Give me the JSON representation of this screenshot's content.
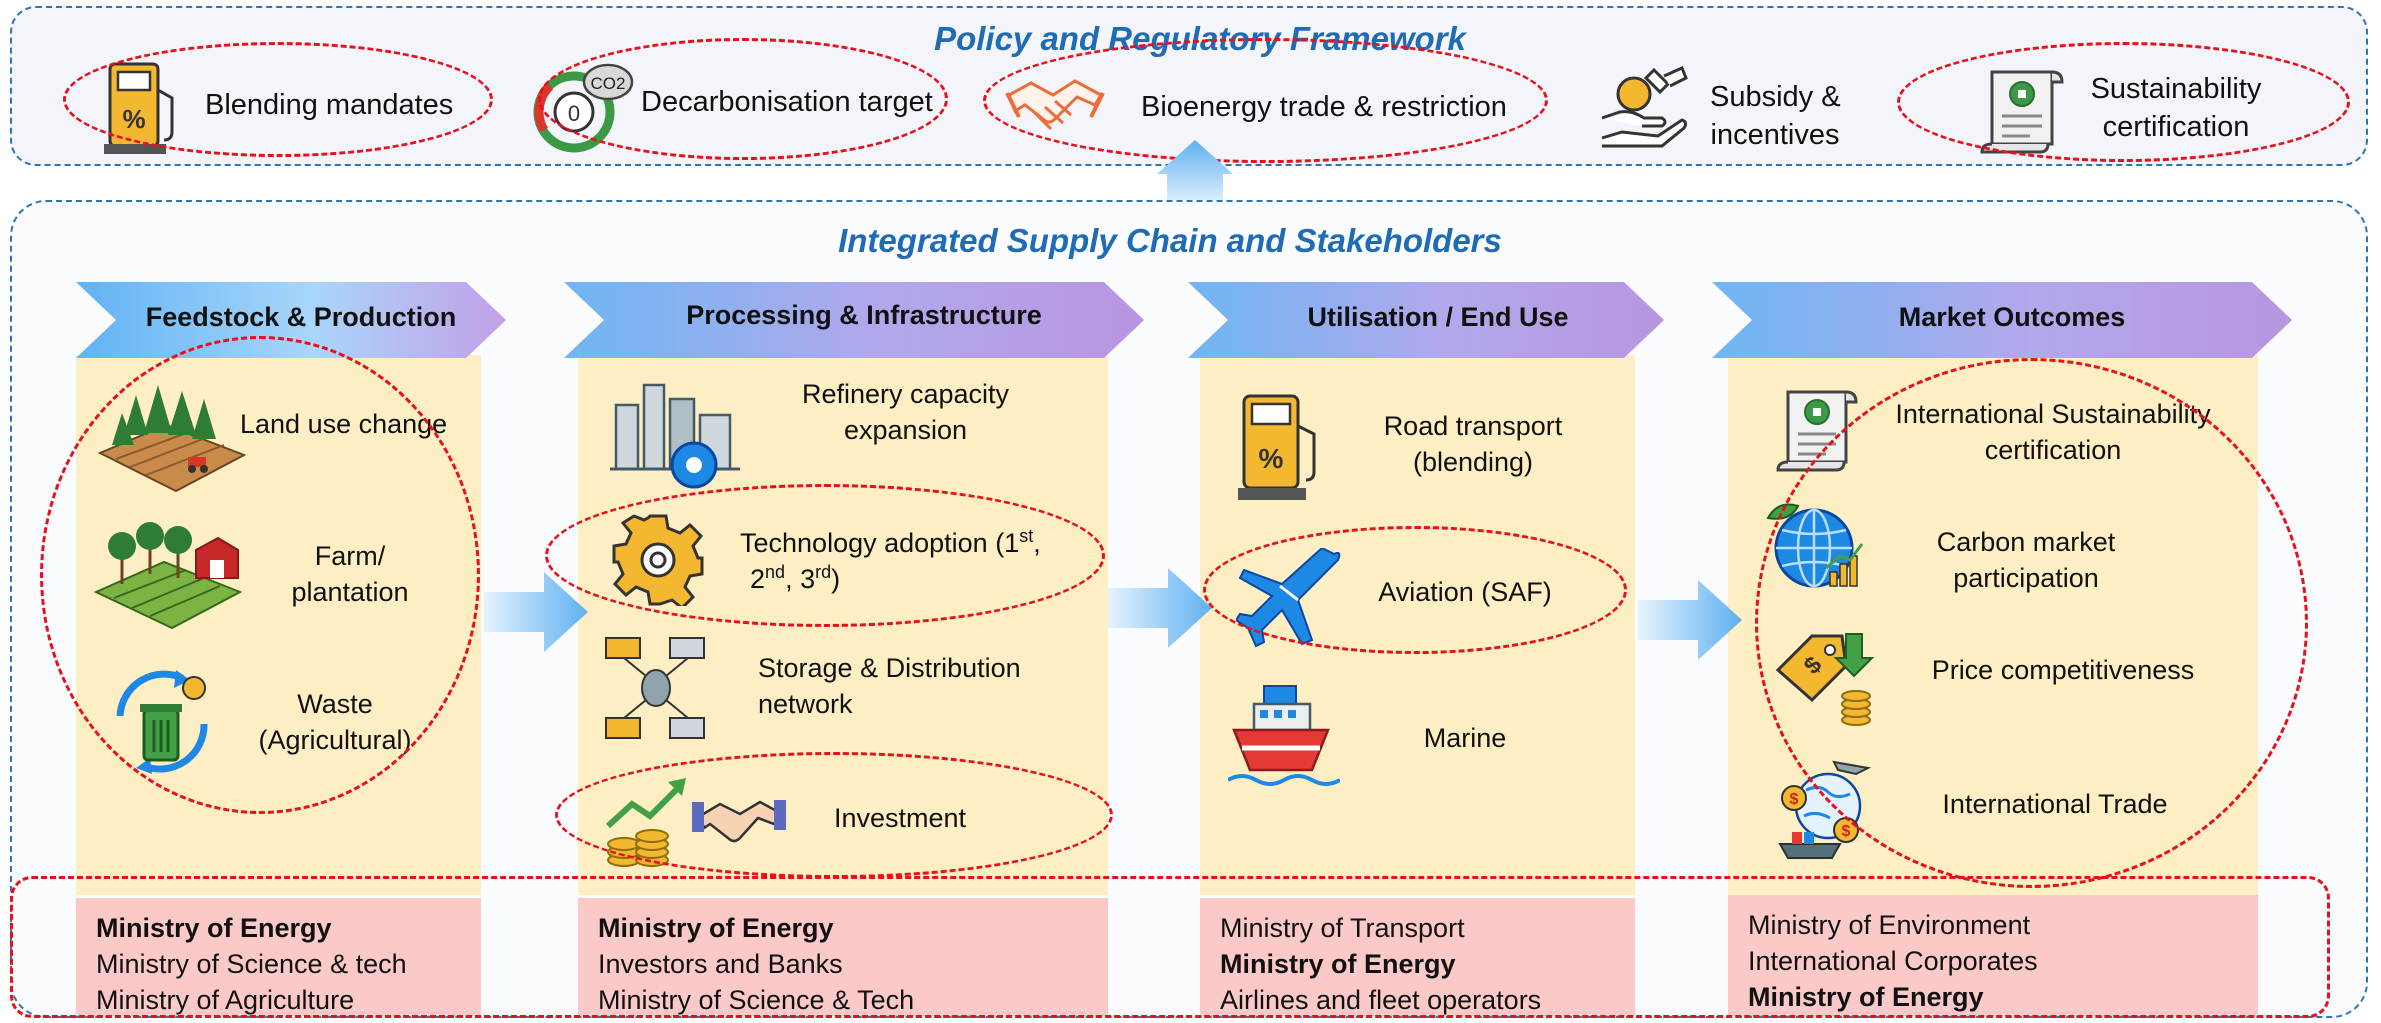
{
  "policy": {
    "title": "Policy and Regulatory Framework",
    "items": [
      {
        "label": "Blending mandates",
        "icon": "fuel-pump-icon"
      },
      {
        "label": "Decarbonisation target",
        "icon": "co2-target-icon",
        "badge": "CO2"
      },
      {
        "label": "Bioenergy trade & restriction",
        "icon": "handshake-icon"
      },
      {
        "label_l1": "Subsidy &",
        "label_l2": "incentives",
        "icon": "coin-hand-icon"
      },
      {
        "label_l1": "Sustainability",
        "label_l2": "certification",
        "icon": "certificate-icon"
      }
    ]
  },
  "supply_chain": {
    "title": "Integrated Supply Chain and Stakeholders",
    "columns": [
      {
        "header": "Feedstock & Production",
        "items": [
          {
            "l1": "Land use change",
            "icon": "forest-farm-icon"
          },
          {
            "l1": "Farm/",
            "l2": "plantation",
            "icon": "plantation-icon"
          },
          {
            "l1": "Waste",
            "l2": "(Agricultural)",
            "icon": "recycle-bin-icon"
          }
        ],
        "stakeholders": [
          "Ministry of Energy",
          "Ministry of Science & tech",
          "Ministry of Agriculture"
        ]
      },
      {
        "header": "Processing & Infrastructure",
        "items": [
          {
            "l1": "Refinery capacity",
            "l2": "expansion",
            "icon": "refinery-icon"
          },
          {
            "l1a": "Technology adoption (1",
            "sup1": "st",
            "l1b": ",",
            "l2a": "2",
            "sup2": "nd",
            "l2b": ", 3",
            "sup3": "rd",
            "l2c": ")",
            "icon": "gear-icon"
          },
          {
            "l1": "Storage & Distribution",
            "l2": "network",
            "icon": "distribution-network-icon"
          },
          {
            "l1": "Investment",
            "icon": "investment-icon"
          }
        ],
        "stakeholders": [
          "Ministry of Energy",
          "Investors and Banks",
          "Ministry of Science & Tech"
        ]
      },
      {
        "header": "Utilisation / End Use",
        "items": [
          {
            "l1": "Road transport",
            "l2": "(blending)",
            "icon": "fuel-pump-icon"
          },
          {
            "l1": "Aviation (SAF)",
            "icon": "airplane-icon"
          },
          {
            "l1": "Marine",
            "icon": "ship-icon"
          }
        ],
        "stakeholders": [
          "Ministry of Transport",
          "Ministry of Energy",
          "Airlines and fleet operators"
        ]
      },
      {
        "header": "Market Outcomes",
        "items": [
          {
            "l1": "International Sustainability",
            "l2": "certification",
            "icon": "certificate-icon"
          },
          {
            "l1": "Carbon market",
            "l2": "participation",
            "icon": "globe-chart-icon"
          },
          {
            "l1": "Price competitiveness",
            "icon": "price-tag-icon"
          },
          {
            "l1": "International Trade",
            "icon": "global-trade-icon"
          }
        ],
        "stakeholders": [
          "Ministry of Environment",
          "International Corporates",
          "Ministry of Energy"
        ]
      }
    ]
  },
  "colors": {
    "title_blue": "#1f6bb5",
    "dashed_red": "#e8101a",
    "column_bg": "#fdeec4",
    "stakeholder_bg": "#fcc9c9",
    "arrow_blue": "#5fb0f0",
    "arrow_purple": "#b59ae0"
  }
}
